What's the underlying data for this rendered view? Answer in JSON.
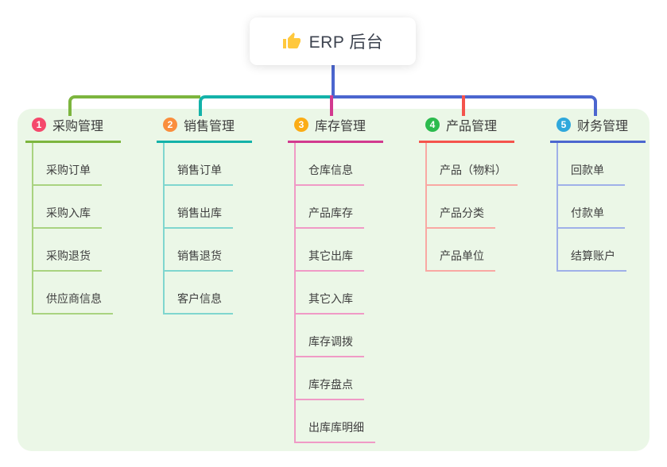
{
  "root": {
    "title": "ERP 后台",
    "icon": "thumbs-up-icon"
  },
  "connector": {
    "root_color": "#4b66cf"
  },
  "panel": {
    "background": "#ebf7e7"
  },
  "branches": [
    {
      "number": "1",
      "label": "采购管理",
      "badge_color": "#f5496c",
      "line_color": "#7cb53e",
      "child_line_color": "#a9d380",
      "children": [
        "采购订单",
        "采购入库",
        "采购退货",
        "供应商信息"
      ]
    },
    {
      "number": "2",
      "label": "销售管理",
      "badge_color": "#fa8e3d",
      "line_color": "#13b2a9",
      "child_line_color": "#7fd6cf",
      "children": [
        "销售订单",
        "销售出库",
        "销售退货",
        "客户信息"
      ]
    },
    {
      "number": "3",
      "label": "库存管理",
      "badge_color": "#fbac15",
      "line_color": "#d23a8f",
      "child_line_color": "#f09ac6",
      "children": [
        "仓库信息",
        "产品库存",
        "其它出库",
        "其它入库",
        "库存调拨",
        "库存盘点",
        "出库库明细"
      ]
    },
    {
      "number": "4",
      "label": "产品管理",
      "badge_color": "#2cbb4e",
      "line_color": "#f4544c",
      "child_line_color": "#f9a8a3",
      "children": [
        "产品（物料）",
        "产品分类",
        "产品单位"
      ]
    },
    {
      "number": "5",
      "label": "财务管理",
      "badge_color": "#2fa8dc",
      "line_color": "#4b66cf",
      "child_line_color": "#9fb0e8",
      "children": [
        "回款单",
        "付款单",
        "结算账户"
      ]
    }
  ]
}
